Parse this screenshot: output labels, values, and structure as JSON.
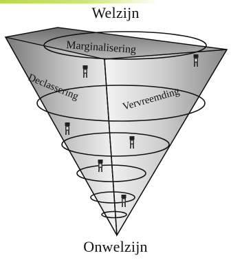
{
  "accent_color": "#c2dc5a",
  "top_label": "Welzijn",
  "bottom_label": "Onwelzijn",
  "faces": {
    "top_face": "Marginalisering",
    "left_face": "Declassering",
    "right_face": "Vervreemding"
  },
  "figure_icons": [
    "person-icon",
    "person-icon",
    "person-icon",
    "person-icon",
    "person-icon",
    "person-icon"
  ]
}
